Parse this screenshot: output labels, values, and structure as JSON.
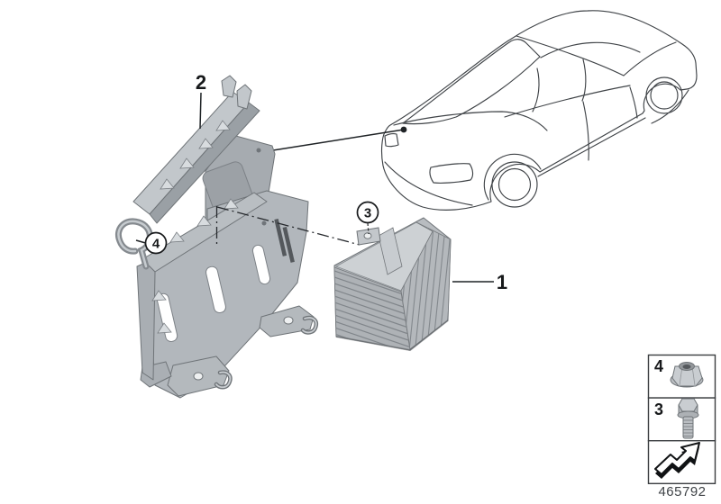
{
  "callouts": {
    "item1": "1",
    "item2": "2",
    "item3": "3",
    "item4": "4"
  },
  "legend": {
    "rows": [
      {
        "label": "4",
        "icon": "flange-nut-icon"
      },
      {
        "label": "3",
        "icon": "hex-bolt-icon"
      },
      {
        "label": "",
        "icon": "direction-arrow-icon"
      }
    ]
  },
  "part_number": "465792",
  "colors": {
    "background": "#ffffff",
    "part_fill": "#b5babe",
    "part_light": "#cdd1d4",
    "part_dark": "#9aa0a5",
    "part_edge": "#6f7478",
    "outline": "#1f2326",
    "car_line": "#3f4347"
  }
}
